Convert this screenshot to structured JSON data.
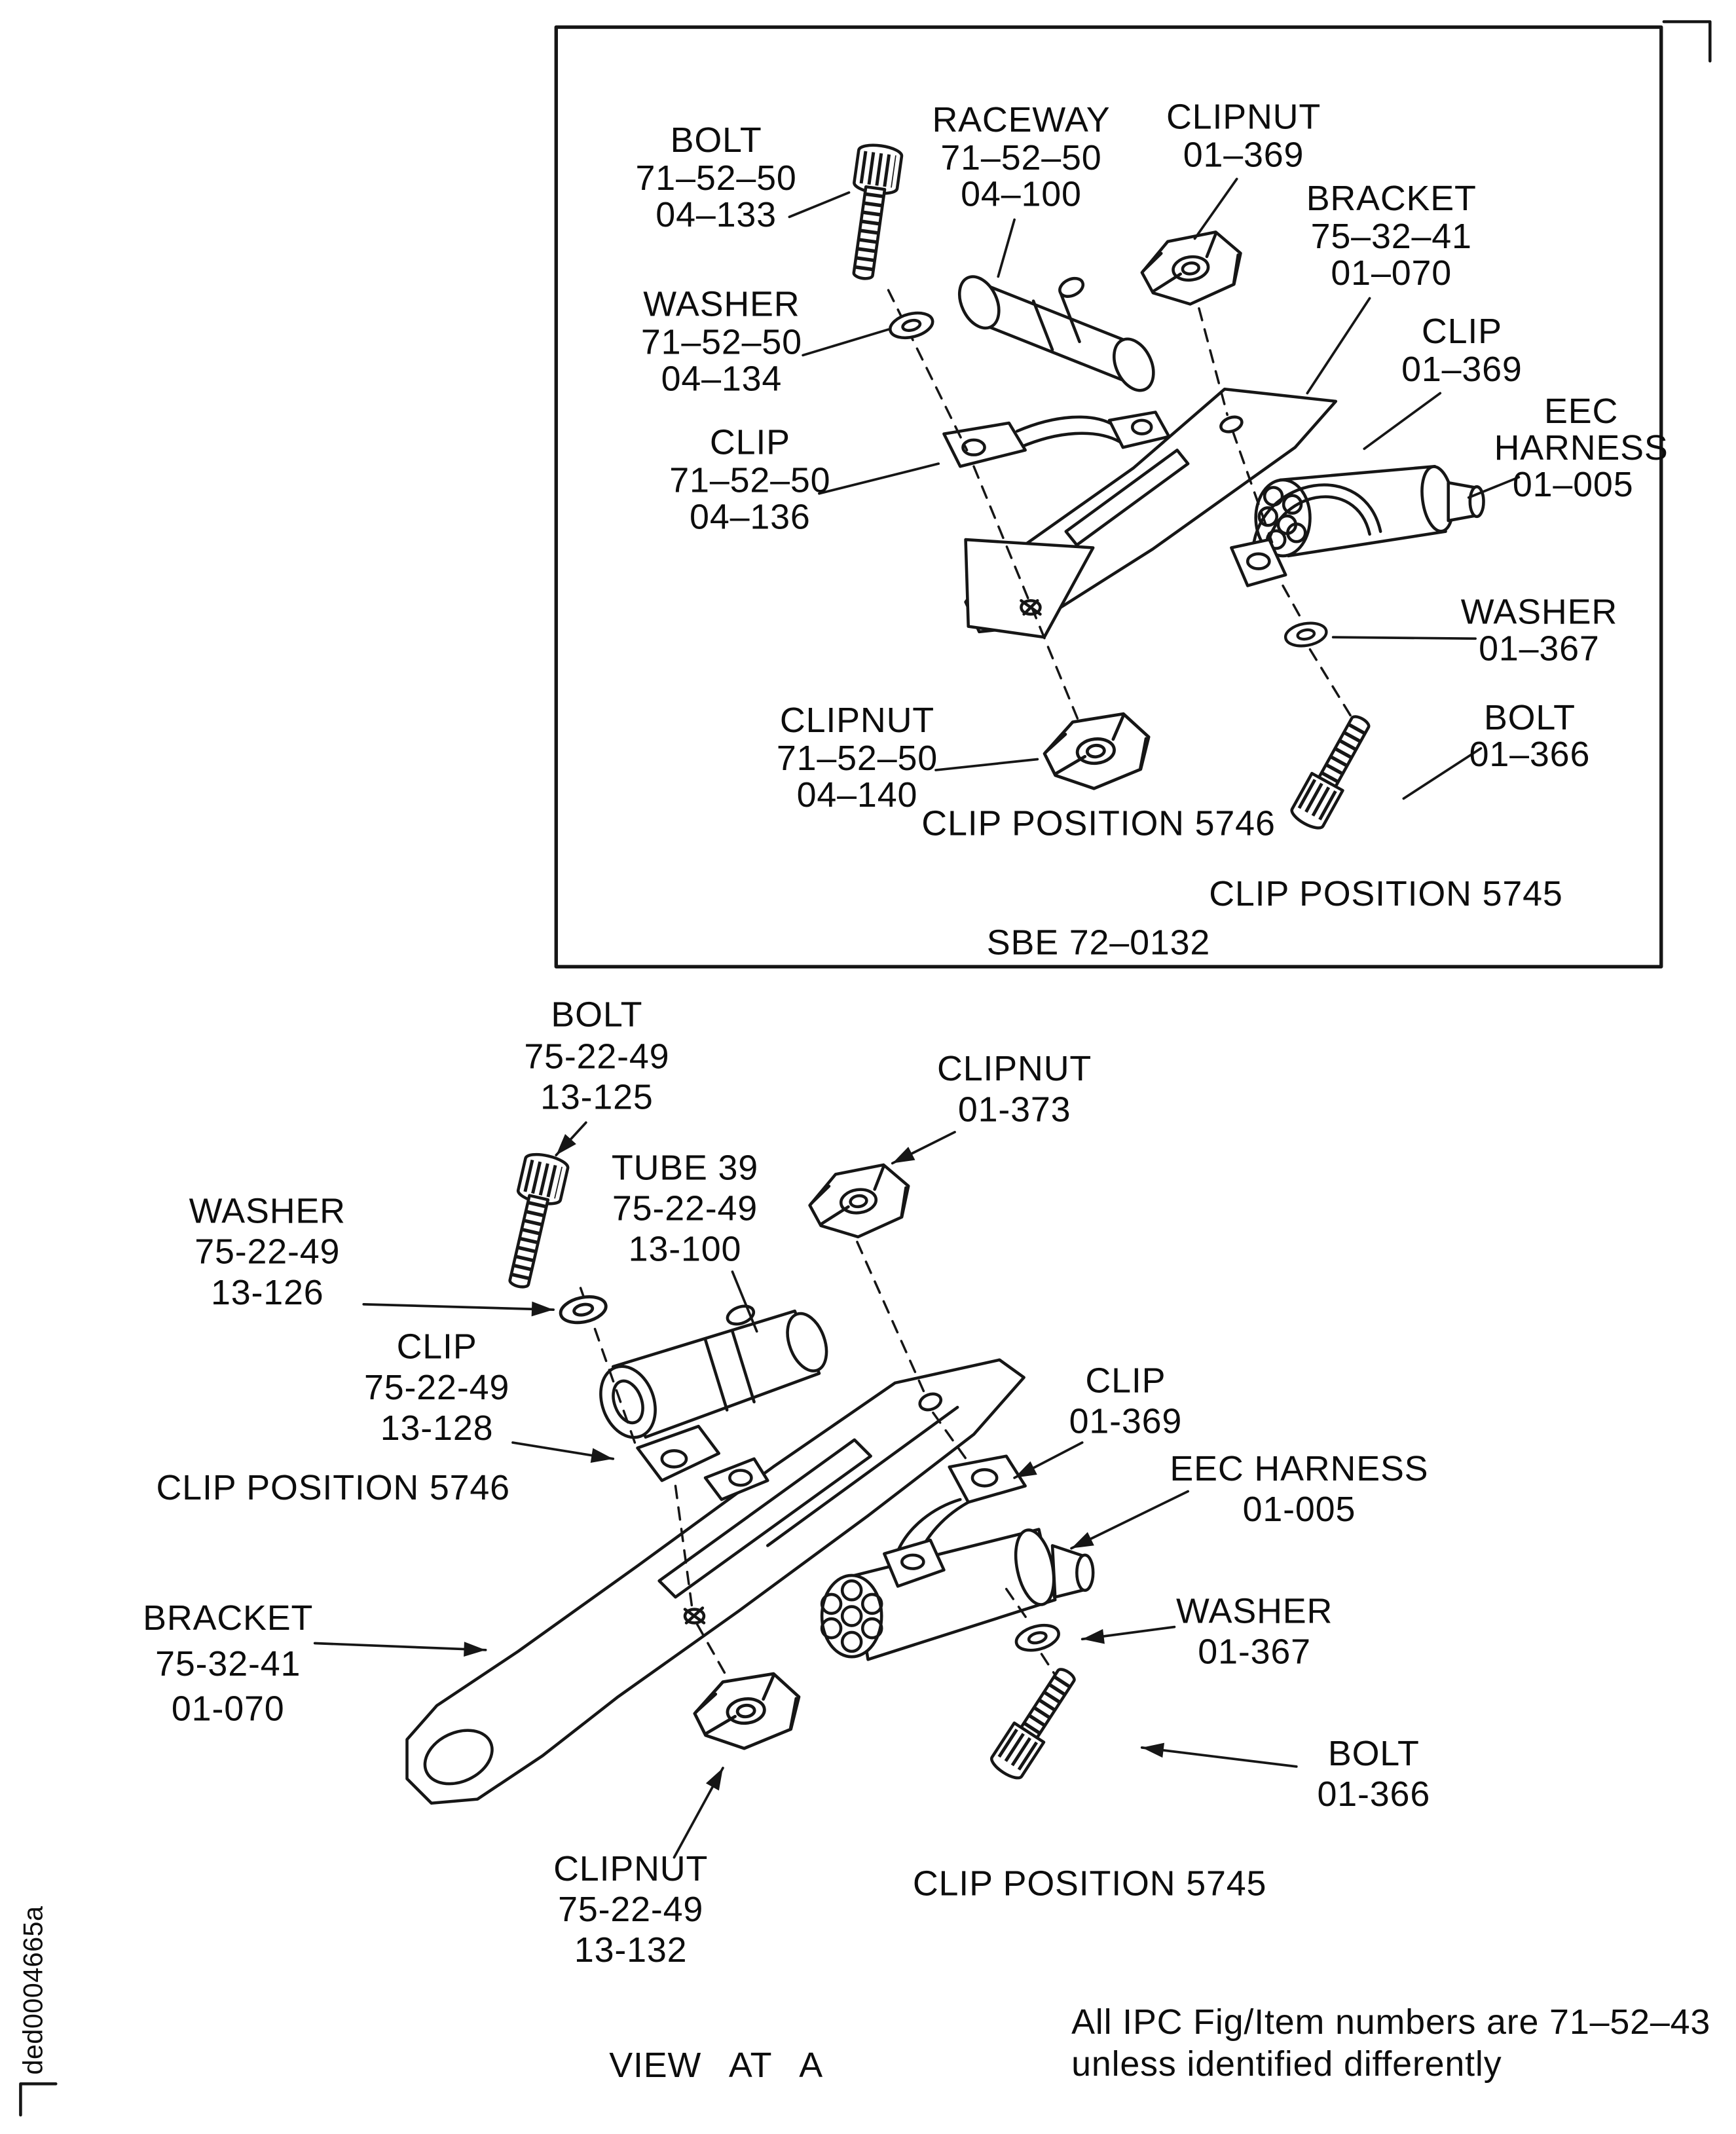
{
  "figure": {
    "top": {
      "caption": "SBE 72–0132",
      "clip_position_5746": "CLIP POSITION 5746",
      "clip_position_5745": "CLIP POSITION 5745",
      "labels": {
        "bolt": [
          "BOLT",
          "71–52–50",
          "04–133"
        ],
        "raceway": [
          "RACEWAY",
          "71–52–50",
          "04–100"
        ],
        "clipnut": [
          "CLIPNUT",
          "01–369"
        ],
        "bracket": [
          "BRACKET",
          "75–32–41",
          "01–070"
        ],
        "washer": [
          "WASHER",
          "71–52–50",
          "04–134"
        ],
        "clip": [
          "CLIP",
          "01–369"
        ],
        "eec": [
          "EEC",
          "HARNESS",
          "01–005"
        ],
        "clip2": [
          "CLIP",
          "71–52–50",
          "04–136"
        ],
        "washer2": [
          "WASHER",
          "01–367"
        ],
        "clipnut2": [
          "CLIPNUT",
          "71–52–50",
          "04–140"
        ],
        "bolt2": [
          "BOLT",
          "01–366"
        ]
      }
    },
    "bottom": {
      "clip_position_5746": "CLIP POSITION 5746",
      "clip_position_5745": "CLIP POSITION 5745",
      "labels": {
        "bolt": [
          "BOLT",
          "75-22-49",
          "13-125"
        ],
        "clipnut": [
          "CLIPNUT",
          "01-373"
        ],
        "tube": [
          "TUBE 39",
          "75-22-49",
          "13-100"
        ],
        "washer": [
          "WASHER",
          "75-22-49",
          "13-126"
        ],
        "clip": [
          "CLIP",
          "75-22-49",
          "13-128"
        ],
        "clip2": [
          "CLIP",
          "01-369"
        ],
        "eec": [
          "EEC HARNESS",
          "01-005"
        ],
        "bracket": [
          "BRACKET",
          "75-32-41",
          "01-070"
        ],
        "washer2": [
          "WASHER",
          "01-367"
        ],
        "bolt2": [
          "BOLT",
          "01-366"
        ],
        "clipnut2": [
          "CLIPNUT",
          "75-22-49",
          "13-132"
        ]
      }
    },
    "view_caption": "VIEW AT A",
    "footnote": [
      "All IPC Fig/Item numbers are 71–52–43",
      "unless identified differently"
    ],
    "edge_code": "ded0004665a"
  }
}
